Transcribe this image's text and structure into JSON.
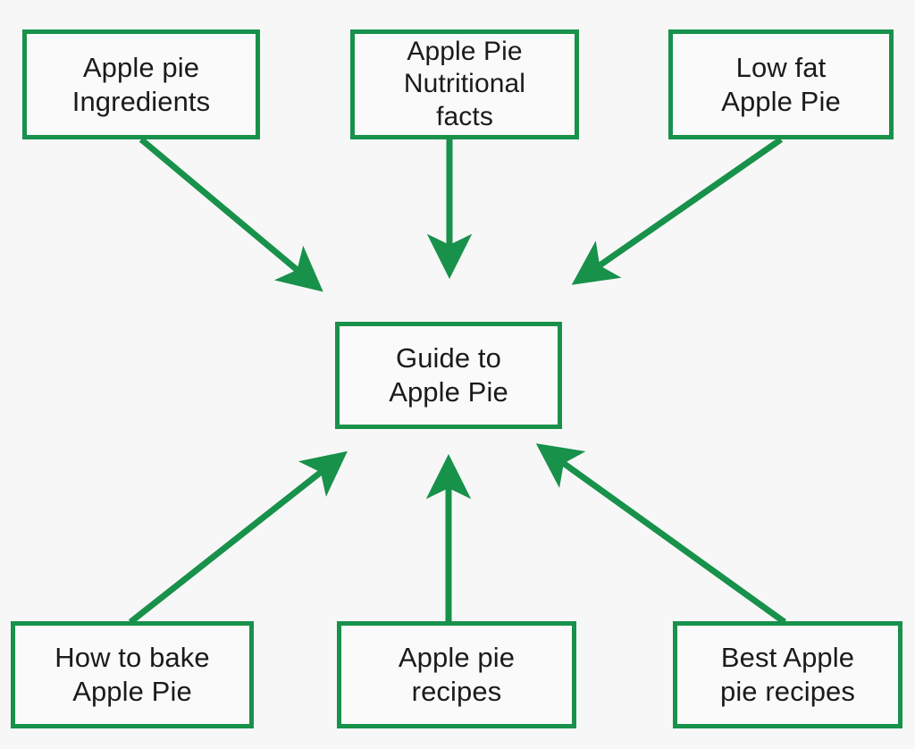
{
  "diagram": {
    "type": "topic-cluster-hub-and-spoke",
    "title": "Guide to Apple Pie topic cluster",
    "background_color": "#f7f7f7",
    "accent_color": "#18914b",
    "node_fill_color": "#fafafa",
    "text_color": "#1b1b1b",
    "hub": {
      "id": "guide",
      "label": "Guide to\nApple Pie"
    },
    "spokes": [
      {
        "id": "ingredients",
        "label": "Apple pie\nIngredients",
        "position": "top-left",
        "arrow_direction": "to-hub"
      },
      {
        "id": "nutritional",
        "label": "Apple Pie\nNutritional\nfacts",
        "position": "top-center",
        "arrow_direction": "to-hub"
      },
      {
        "id": "lowfat",
        "label": "Low fat\nApple Pie",
        "position": "top-right",
        "arrow_direction": "to-hub"
      },
      {
        "id": "howtobake",
        "label": "How to bake\nApple Pie",
        "position": "bottom-left",
        "arrow_direction": "to-hub"
      },
      {
        "id": "recipes",
        "label": "Apple pie\nrecipes",
        "position": "bottom-center",
        "arrow_direction": "to-hub"
      },
      {
        "id": "bestrecipes",
        "label": "Best Apple\npie recipes",
        "position": "bottom-right",
        "arrow_direction": "to-hub"
      }
    ],
    "edges": [
      {
        "from": "ingredients",
        "to": "guide"
      },
      {
        "from": "nutritional",
        "to": "guide"
      },
      {
        "from": "lowfat",
        "to": "guide"
      },
      {
        "from": "howtobake",
        "to": "guide"
      },
      {
        "from": "recipes",
        "to": "guide"
      },
      {
        "from": "bestrecipes",
        "to": "guide"
      }
    ]
  }
}
